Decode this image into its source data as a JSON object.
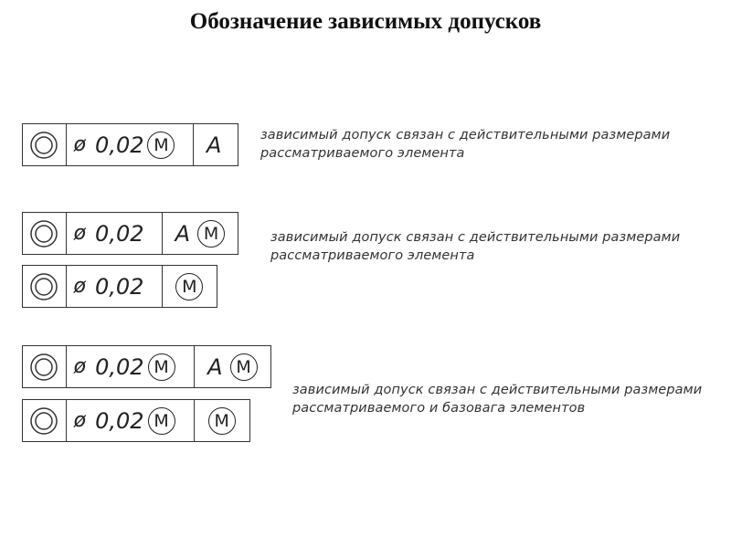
{
  "title": "Обозначение зависимых допусков",
  "frames": {
    "f1": {
      "symbol": "position-tolerance-icon",
      "diameter": "ø",
      "value": "0,02",
      "modifier": "M",
      "datum": "A"
    },
    "f2": {
      "symbol": "position-tolerance-icon",
      "diameter": "ø",
      "value": "0,02",
      "datum": "A",
      "datum_modifier": "M"
    },
    "f3": {
      "symbol": "position-tolerance-icon",
      "diameter": "ø",
      "value": "0,02",
      "datum_modifier": "M"
    },
    "f4": {
      "symbol": "position-tolerance-icon",
      "diameter": "ø",
      "value": "0,02",
      "modifier": "M",
      "datum": "A",
      "datum_modifier": "M"
    },
    "f5": {
      "symbol": "position-tolerance-icon",
      "diameter": "ø",
      "value": "0,02",
      "modifier": "M",
      "datum_modifier": "M"
    }
  },
  "notes": {
    "n1": {
      "line1": "зависимый допуск связан с действительными размерами",
      "line2": "рассматриваемого элемента"
    },
    "n2": {
      "line1": "зависимый допуск связан с действительными размерами",
      "line2": "рассматриваемого элемента"
    },
    "n3": {
      "line1": "зависимый допуск связан с действительными размерами",
      "line2": "рассматриваемого и базовага элементов"
    }
  }
}
